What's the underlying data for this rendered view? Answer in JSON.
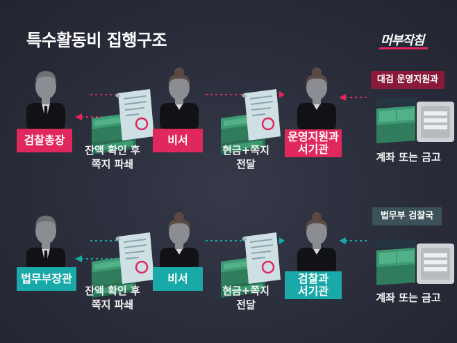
{
  "title": "특수활동비 집행구조",
  "logo": "머부작침",
  "top_row": {
    "person1": "검찰총장",
    "person2": "비서",
    "person3": "운영지원과\n서기관",
    "money_label": "현금+쪽지\n전달",
    "note_label": "잔액 확인 후\n쪽지 파쇄",
    "source_badge": "대검 운영지원과",
    "source_label": "계좌 또는 금고"
  },
  "bottom_row": {
    "person1": "법무부장관",
    "person2": "비서",
    "person3": "검찰과\n서기관",
    "money_label": "현금+쪽지\n전달",
    "note_label": "잔액 확인 후\n쪽지 파쇄",
    "source_badge": "법무부 검찰국",
    "source_label": "계좌 또는 금고"
  },
  "colors": {
    "pink": "#e0285c",
    "teal": "#19a9a8",
    "badge_red": "#8a1a3c",
    "badge_slate": "#3c5258",
    "background": "#2a2d3a"
  },
  "icons": [
    "person-icon",
    "money-stack-icon",
    "memo-scroll-icon",
    "safe-icon",
    "dotted-arrow-icon"
  ]
}
